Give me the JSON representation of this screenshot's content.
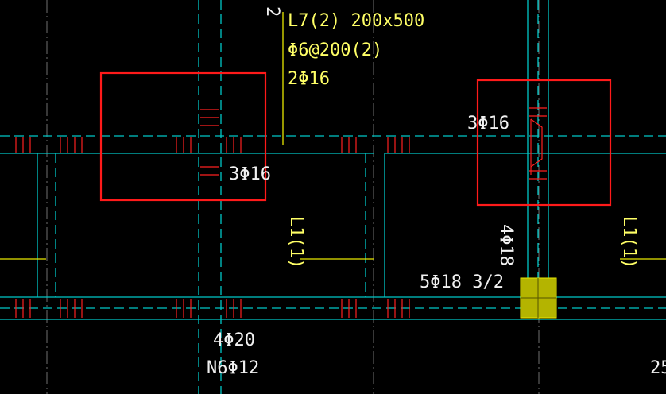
{
  "annotations": {
    "beam_name": "L7(2) 200x500",
    "stirrup": "Φ6@200(2)",
    "top_bars": "2Φ16",
    "support_bars_left": "3Φ16",
    "support_bars_right": "3Φ16",
    "beam_l1_left": "L1(1)",
    "beam_l1_right": "L1(1)",
    "vertical_bars": "4Φ18",
    "bottom_bars": "5Φ18 3/2",
    "main_bottom": "4Φ20",
    "torsion_bars": "N6Φ12",
    "top_clip_text": "2",
    "corner_number": "25"
  },
  "colors": {
    "background": "#000000",
    "axis_line": "#00c8c8",
    "grid_line": "#707070",
    "rebar_mark": "#ff2020",
    "highlight_box": "#ff1a1a",
    "label_yellow": "#ffff66",
    "label_white": "#f0f0f0",
    "column_fill": "#b4b400"
  }
}
